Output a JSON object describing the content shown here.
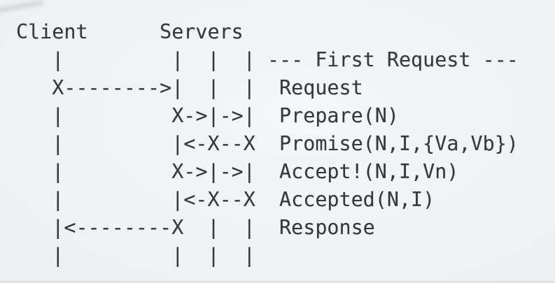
{
  "colors": {
    "background": "#f0f2f4",
    "text": "#36393c"
  },
  "diagram": {
    "kind": "ascii-sequence-diagram",
    "columns": {
      "client_label": "Client",
      "servers_label": "Servers",
      "server_count": 3
    },
    "phase_label": "--- First Request ---",
    "message_labels": [
      "Request",
      "Prepare(N)",
      "Promise(N,I,{Va,Vb})",
      "Accept!(N,I,Vn)",
      "Accepted(N,I)",
      "Response"
    ],
    "lines": [
      {
        "id": "header",
        "text": "Client      Servers"
      },
      {
        "id": "phase-title",
        "text": "   |         |  |  | --- First Request ---"
      },
      {
        "id": "request",
        "text": "   X-------->|  |  |  Request"
      },
      {
        "id": "prepare",
        "text": "   |         X->|->|  Prepare(N)"
      },
      {
        "id": "promise",
        "text": "   |         |<-X--X  Promise(N,I,{Va,Vb})"
      },
      {
        "id": "accept",
        "text": "   |         X->|->|  Accept!(N,I,Vn)"
      },
      {
        "id": "accepted",
        "text": "   |         |<-X--X  Accepted(N,I)"
      },
      {
        "id": "response",
        "text": "   |<--------X  |  |  Response"
      },
      {
        "id": "lifelines-bottom",
        "text": "   |         |  |  |"
      }
    ]
  }
}
